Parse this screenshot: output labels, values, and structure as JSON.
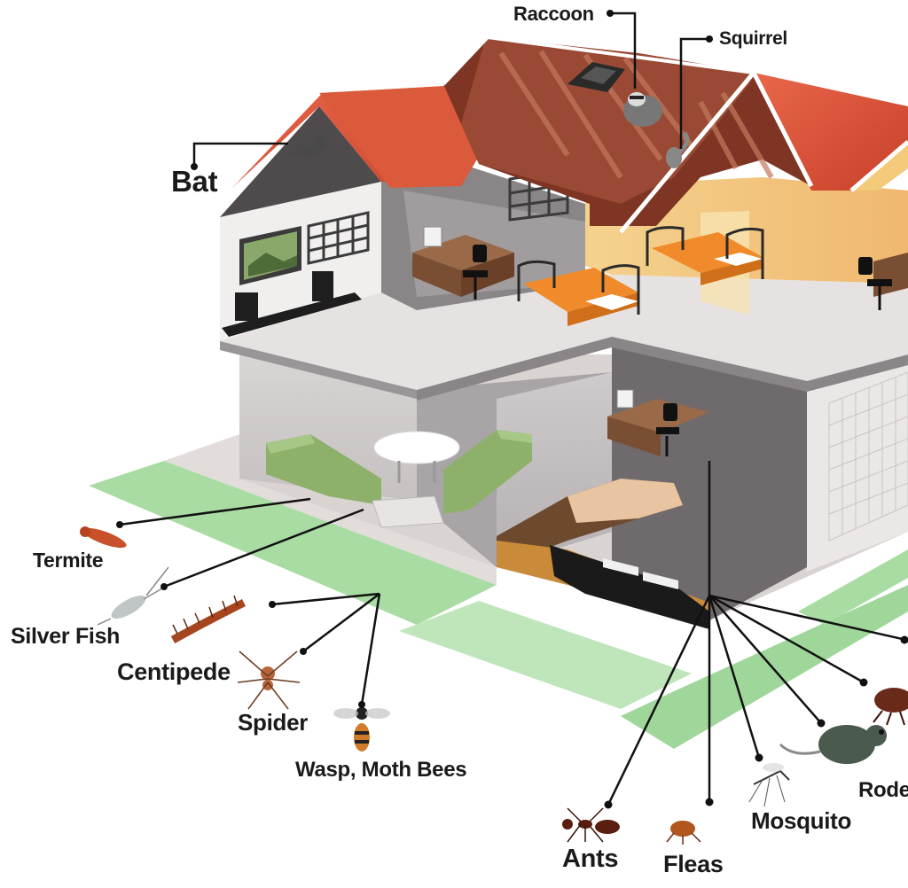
{
  "labels": {
    "raccoon": "Raccoon",
    "squirrel": "Squirrel",
    "bat": "Bat",
    "termite": "Termite",
    "silver_fish": "Silver Fish",
    "centipede": "Centipede",
    "spider": "Spider",
    "wasp": "Wasp, Moth Bees",
    "ants": "Ants",
    "fleas": "Fleas",
    "mosquito": "Mosquito",
    "rodents": "Rode"
  },
  "colors": {
    "roof": "#d9573a",
    "attic_wood": "#8a3a28",
    "wall_grey": "#6b6668",
    "wall_light": "#f0ecea",
    "floor": "#d8d3d1",
    "lawn": "#9fd69a",
    "bed": "#f08a2a",
    "sofa": "#8db06a",
    "line": "#111111"
  },
  "icons": [
    "bat-icon",
    "raccoon-icon",
    "squirrel-icon",
    "termite-icon",
    "silverfish-icon",
    "centipede-icon",
    "spider-icon",
    "wasp-icon",
    "ant-icon",
    "flea-icon",
    "mosquito-icon",
    "rodent-icon",
    "cockroach-icon"
  ]
}
